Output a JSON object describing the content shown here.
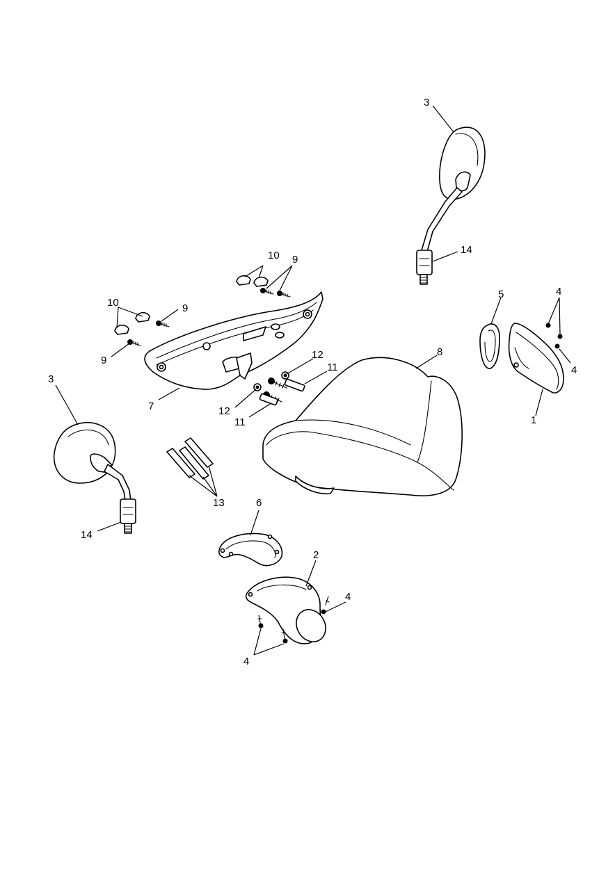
{
  "callouts": {
    "c1": "1",
    "c2": "2",
    "c3_top": "3",
    "c3_left": "3",
    "c4_top": "4",
    "c4_right": "4",
    "c4_bottom_right": "4",
    "c4_bottom_left": "4",
    "c5": "5",
    "c6": "6",
    "c7": "7",
    "c8": "8",
    "c9_top": "9",
    "c9_mid": "9",
    "c9_left": "9",
    "c10_top": "10",
    "c10_left": "10",
    "c11_top": "11",
    "c11_bottom": "11",
    "c12_top": "12",
    "c12_bottom": "12",
    "c13": "13",
    "c14_top": "14",
    "c14_left": "14"
  },
  "colors": {
    "line": "#000000",
    "background": "#ffffff"
  }
}
